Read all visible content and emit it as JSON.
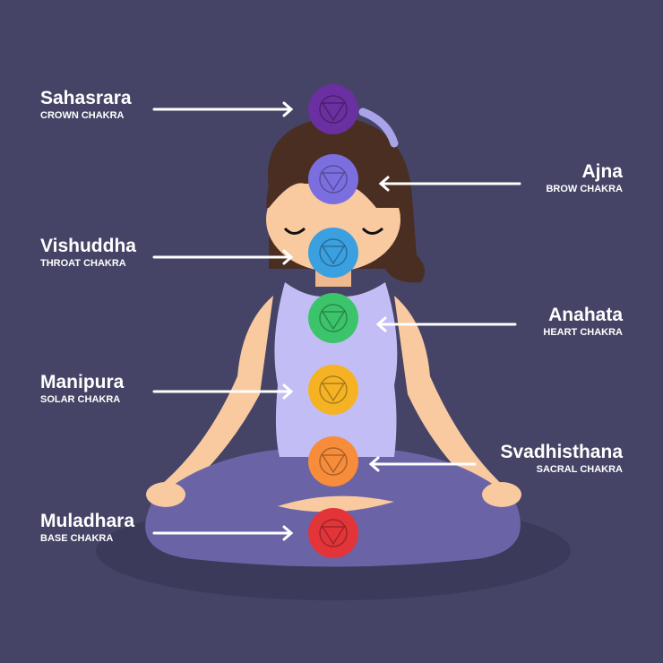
{
  "chakras": [
    {
      "name": "Sahasrara",
      "subtitle": "CROWN CHAKRA",
      "color": "#6a2fa0",
      "side": "left"
    },
    {
      "name": "Ajna",
      "subtitle": "BROW CHAKRA",
      "color": "#7b6fe0",
      "side": "right"
    },
    {
      "name": "Vishuddha",
      "subtitle": "THROAT CHAKRA",
      "color": "#3aa0e0",
      "side": "left"
    },
    {
      "name": "Anahata",
      "subtitle": "HEART CHAKRA",
      "color": "#3cc46a",
      "side": "right"
    },
    {
      "name": "Manipura",
      "subtitle": "SOLAR CHAKRA",
      "color": "#f5b324",
      "side": "left"
    },
    {
      "name": "Svadhisthana",
      "subtitle": "SACRAL CHAKRA",
      "color": "#f78c3a",
      "side": "right"
    },
    {
      "name": "Muladhara",
      "subtitle": "BASE CHAKRA",
      "color": "#e3343a",
      "side": "left"
    }
  ]
}
